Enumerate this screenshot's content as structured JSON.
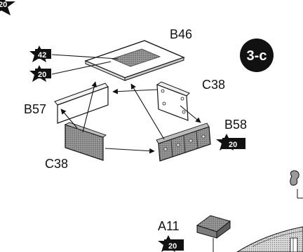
{
  "step_badge": "3-c",
  "parts": {
    "b46": "B46",
    "c38_right": "C38",
    "b57": "B57",
    "b58": "B58",
    "c38_left": "C38",
    "a11": "A11"
  },
  "star_badges": {
    "top_corner": "20",
    "b46_upper": "42",
    "b46_lower": "20",
    "b58": "20",
    "a11": "20"
  }
}
